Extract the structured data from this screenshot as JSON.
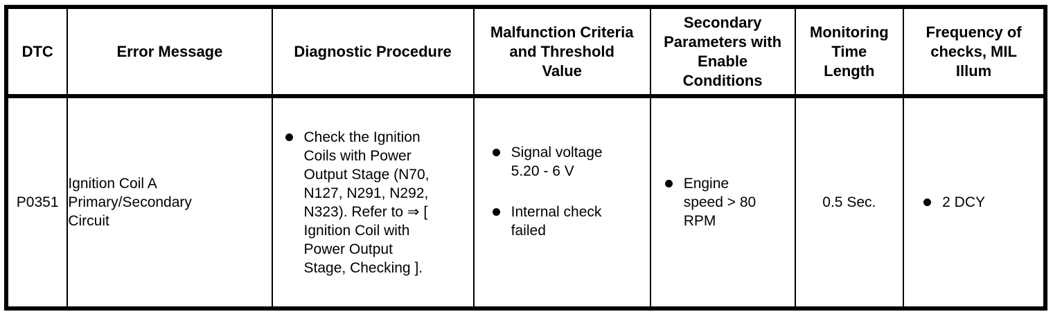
{
  "colors": {
    "text": "#000000",
    "border": "#000000",
    "background": "#ffffff"
  },
  "table": {
    "columns": [
      {
        "label": "DTC"
      },
      {
        "label": "Error Message"
      },
      {
        "label": "Diagnostic Procedure"
      },
      {
        "label": "Malfunction Criteria\nand Threshold\nValue"
      },
      {
        "label": "Secondary\nParameters with\nEnable\nConditions"
      },
      {
        "label": "Monitoring\nTime\nLength"
      },
      {
        "label": "Frequency of\nchecks, MIL\nIllum"
      }
    ],
    "rows": [
      {
        "dtc": "P0351",
        "error_message": "Ignition Coil A\nPrimary/Secondary\nCircuit",
        "diagnostic_procedure": [
          "Check the Ignition\nCoils with Power\nOutput Stage (N70,\nN127, N291, N292,\nN323). Refer to ⇒ [\nIgnition Coil with\nPower Output\nStage, Checking ]."
        ],
        "malfunction_criteria": [
          "Signal voltage\n5.20 - 6 V",
          "Internal check\nfailed"
        ],
        "secondary_parameters": [
          "Engine\nspeed > 80\nRPM"
        ],
        "monitoring_time_length": "0.5 Sec.",
        "frequency_of_checks": [
          "2 DCY"
        ]
      }
    ]
  }
}
